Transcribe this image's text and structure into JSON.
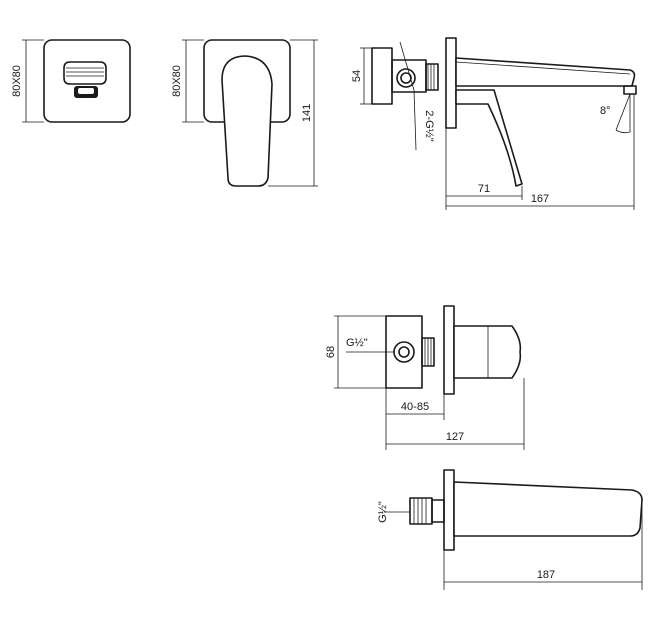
{
  "views": {
    "front_cover": {
      "size_label": "80X80"
    },
    "front_lever": {
      "size_label": "80X80",
      "height_label": "141"
    },
    "side_assembly": {
      "height_label": "54",
      "thread_label": "2-G½\"",
      "angle_label": "8°",
      "offset_label": "71",
      "length_label": "167"
    },
    "mixer_body": {
      "height_label": "68",
      "thread_label": "G½\"",
      "depth_label": "40-85",
      "length_label": "127"
    },
    "spout": {
      "thread_label": "G½\"",
      "length_label": "187"
    }
  },
  "colors": {
    "line": "#1a1a1a",
    "background": "#ffffff"
  }
}
